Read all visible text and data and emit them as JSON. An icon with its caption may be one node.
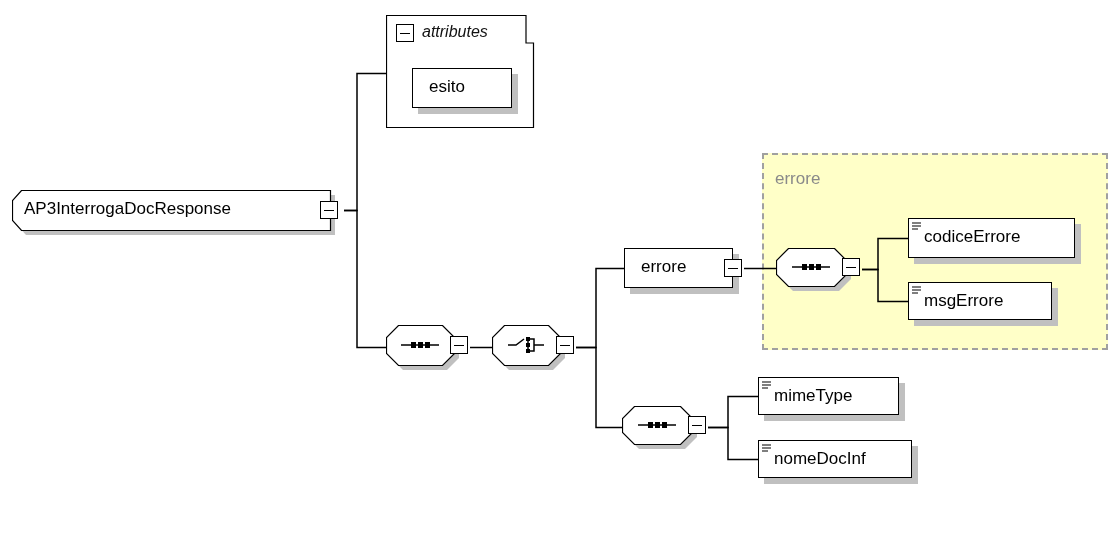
{
  "diagram": {
    "nodes": [
      {
        "text": [
          "AP3InterrogaDocResponse"
        ]
      },
      {
        "text": [
          "attributes"
        ]
      },
      {
        "text": [
          "esito"
        ],
        "in": 1
      },
      {
        "text": [],
        "shape": "octagon"
      },
      {
        "text": [],
        "shape": "octagon"
      },
      {
        "text": [
          "errore"
        ]
      },
      {
        "text": [
          "errore"
        ]
      },
      {
        "text": [],
        "shape": "octagon",
        "in": 6
      },
      {
        "text": [
          "codiceErrore"
        ],
        "in": 6
      },
      {
        "text": [
          "msgErrore"
        ],
        "in": 6
      },
      {
        "text": [],
        "shape": "octagon"
      },
      {
        "text": [
          "mimeType"
        ]
      },
      {
        "text": [
          "nomeDocInf"
        ]
      }
    ],
    "edges": [
      {
        "from": 0,
        "to": 1,
        "arrow": "none"
      },
      {
        "from": 0,
        "to": 3,
        "arrow": "none"
      },
      {
        "from": 3,
        "to": 4,
        "arrow": "none"
      },
      {
        "from": 4,
        "to": 5,
        "arrow": "none"
      },
      {
        "from": 4,
        "to": 10,
        "arrow": "none"
      },
      {
        "from": 5,
        "to": 7,
        "arrow": "none"
      },
      {
        "from": 7,
        "to": 8,
        "arrow": "none"
      },
      {
        "from": 7,
        "to": 9,
        "arrow": "none"
      },
      {
        "from": 10,
        "to": 11,
        "arrow": "none"
      },
      {
        "from": 10,
        "to": 12,
        "arrow": "none"
      }
    ]
  }
}
